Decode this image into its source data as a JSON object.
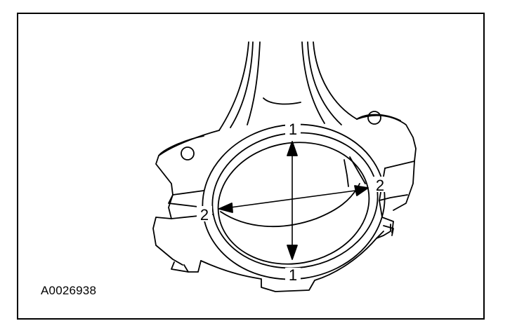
{
  "figure": {
    "id": "A0026938",
    "callouts": {
      "top": "1",
      "bottom": "1",
      "right": "2",
      "left": "2"
    }
  },
  "colors": {
    "line": "#000000",
    "background": "#ffffff"
  }
}
